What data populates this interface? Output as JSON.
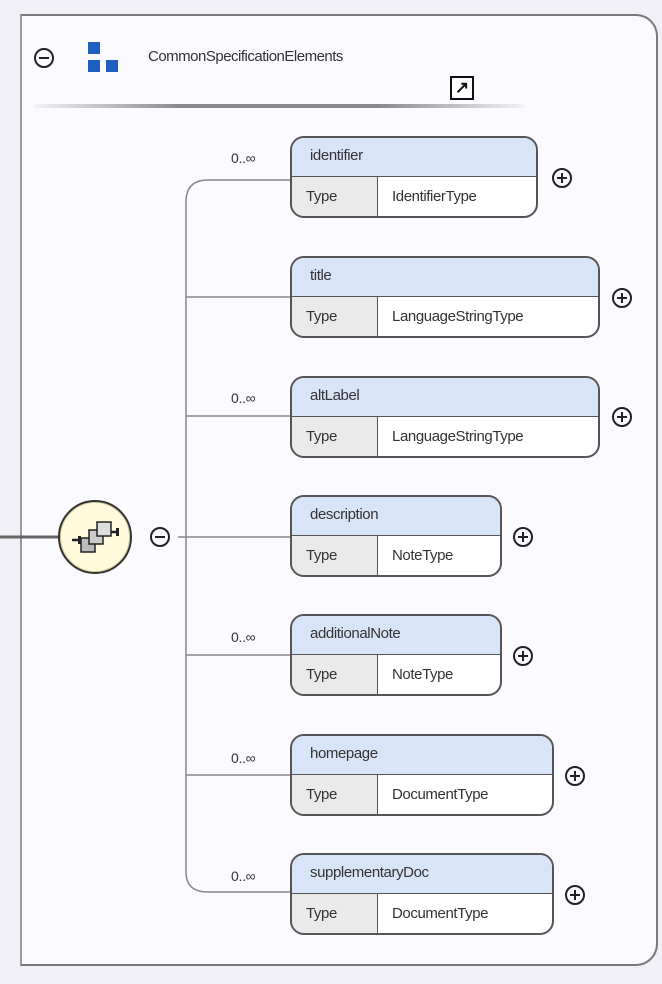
{
  "group": {
    "title": "CommonSpecificationElements"
  },
  "sequence": {
    "icon": "sequence-compositor-icon"
  },
  "elements": [
    {
      "name": "identifier",
      "type_label": "Type",
      "type": "IdentifierType",
      "occurrence": "0..∞"
    },
    {
      "name": "title",
      "type_label": "Type",
      "type": "LanguageStringType",
      "occurrence": ""
    },
    {
      "name": "altLabel",
      "type_label": "Type",
      "type": "LanguageStringType",
      "occurrence": "0..∞"
    },
    {
      "name": "description",
      "type_label": "Type",
      "type": "NoteType",
      "occurrence": ""
    },
    {
      "name": "additionalNote",
      "type_label": "Type",
      "type": "NoteType",
      "occurrence": "0..∞"
    },
    {
      "name": "homepage",
      "type_label": "Type",
      "type": "DocumentType",
      "occurrence": "0..∞"
    },
    {
      "name": "supplementaryDoc",
      "type_label": "Type",
      "type": "DocumentType",
      "occurrence": "0..∞"
    }
  ],
  "colors": {
    "card_header": "#d8e4f8",
    "type_cell": "#eaeaea",
    "sequence_fill": "#fffbdc",
    "group_icon": "#1e5fbf"
  }
}
